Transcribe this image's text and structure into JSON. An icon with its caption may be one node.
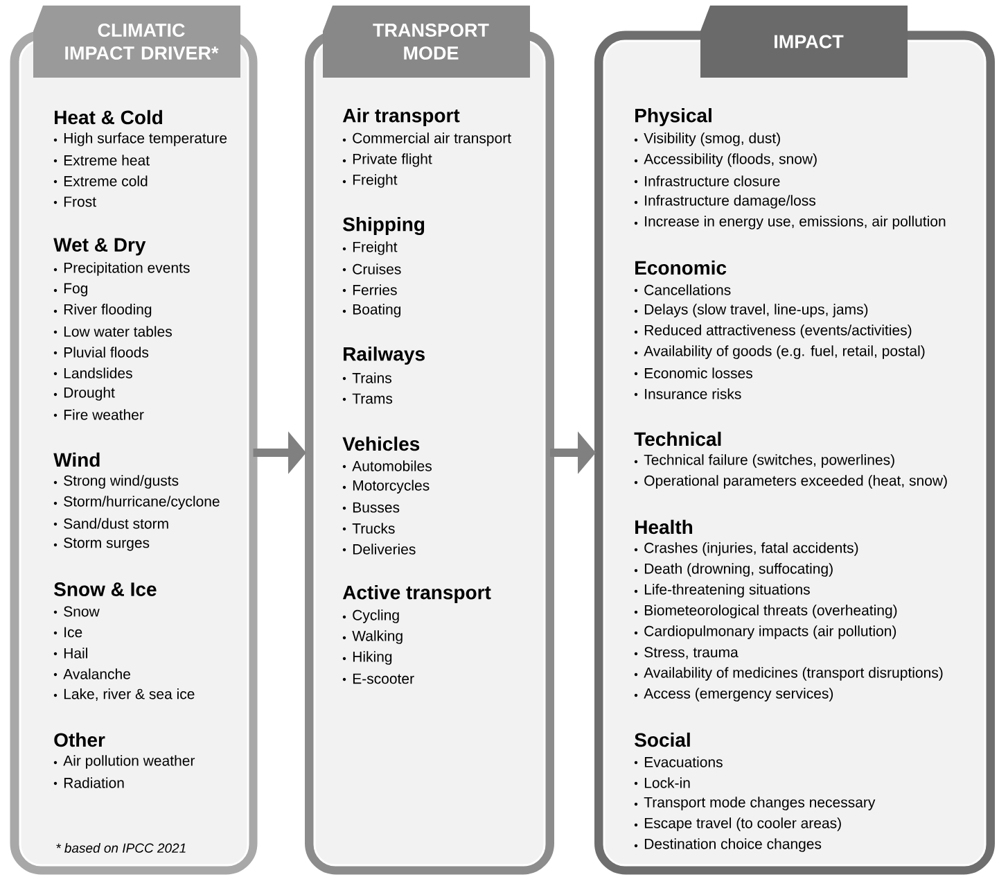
{
  "diagram": {
    "nodes": [
      {
        "text": [
          "CLIMATIC IMPACT DRIVER*",
          "Heat & Cold",
          "High surface temperature",
          "Extreme heat",
          "Extreme cold",
          "Frost",
          "Wet & Dry",
          "Precipitation events",
          "Fog",
          "River flooding",
          "Low water tables",
          "Pluvial floods",
          "Landslides",
          "Drought",
          "Fire weather",
          "Wind",
          "Strong wind/gusts",
          "Storm/hurricane/cyclone",
          "Sand/dust storm",
          "Storm surges",
          "Snow & Ice",
          "Snow",
          "Ice",
          "Hail",
          "Avalanche",
          "Lake, river & sea ice",
          "Other",
          "Air pollution weather",
          "Radiation"
        ]
      },
      {
        "text": [
          "TRANSPORT MODE",
          "Air transport",
          "Commercial air transport",
          "Private flight",
          "Freight",
          "Shipping",
          "Freight",
          "Cruises",
          "Ferries",
          "Boating",
          "Railways",
          "Trains",
          "Trams",
          "Vehicles",
          "Automobiles",
          "Motorcycles",
          "Busses",
          "Trucks",
          "Deliveries",
          "Active transport",
          "Cycling",
          "Walking",
          "Hiking",
          "E-scooter"
        ]
      },
      {
        "text": [
          "IMPACT",
          "Physical",
          "Visibility (smog, dust)",
          "Accessibility (floods, snow)",
          "Infrastructure closure",
          "Infrastructure damage/loss",
          "Increase in energy use, emissions, air pollution",
          "Economic",
          "Cancellations",
          "Delays (slow travel, line-ups, jams)",
          "Reduced attractiveness (events/activities)",
          "Availability of goods (e.g. fuel, retail, postal)",
          "Economic losses",
          "Insurance risks",
          "Technical",
          "Technical failure (switches, powerlines)",
          "Operational parameters exceeded (heat, snow)",
          "Health",
          "Crashes (injuries, fatal accidents)",
          "Death (drowning, suffocating)",
          "Life-threatening situations",
          "Biometeorological threats (overheating)",
          "Cardiopulmonary impacts (air pollution)",
          "Stress, trauma",
          "Availability of medicines (transport disruptions)",
          "Access (emergency services)",
          "Social",
          "Evacuations",
          "Lock-in",
          "Transport mode changes necessary",
          "Escape travel (to cooler areas)",
          "Destination choice changes"
        ]
      }
    ],
    "edges": [
      {
        "from": 0,
        "to": 1,
        "arrow": "to"
      },
      {
        "from": 1,
        "to": 2,
        "arrow": "to"
      }
    ],
    "labels": [
      "* based on IPCC 2021"
    ]
  }
}
